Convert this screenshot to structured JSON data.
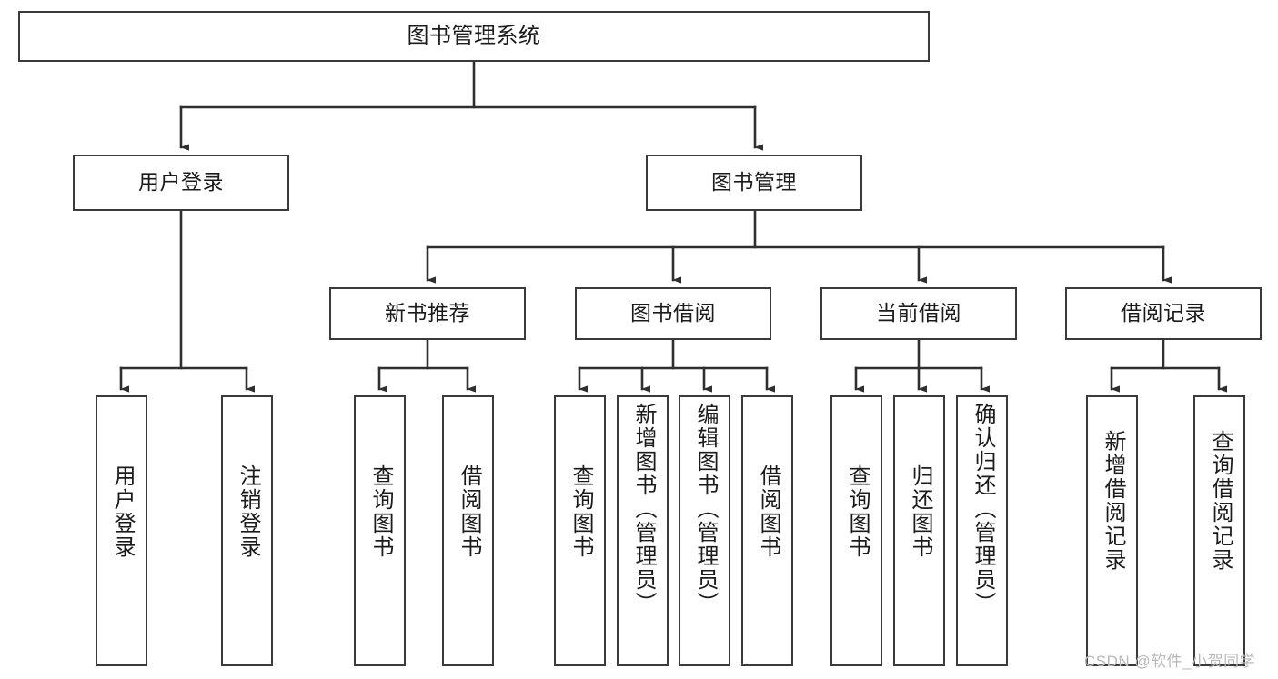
{
  "diagram": {
    "title": "图书管理系统",
    "type": "hierarchy-tree",
    "orientation": "top-down",
    "colors": {
      "box_border": "#3a3a3a",
      "box_fill": "#ffffff",
      "connector": "#2f2f2f",
      "text": "#1b1b1b",
      "watermark": "#b9b9b9"
    },
    "levels": {
      "root": {
        "label": "图书管理系统"
      },
      "level2": [
        {
          "label": "用户登录"
        },
        {
          "label": "图书管理"
        }
      ],
      "level3": [
        {
          "label": "新书推荐"
        },
        {
          "label": "图书借阅"
        },
        {
          "label": "当前借阅"
        },
        {
          "label": "借阅记录"
        }
      ],
      "leaves": {
        "user_login": [
          {
            "label": "用户登录"
          },
          {
            "label": "注销登录"
          }
        ],
        "new_book_recommend": [
          {
            "label": "查询图书"
          },
          {
            "label": "借阅图书"
          }
        ],
        "book_borrow": [
          {
            "label": "查询图书"
          },
          {
            "label": "新增图书（管理员）"
          },
          {
            "label": "编辑图书（管理员）"
          },
          {
            "label": "借阅图书"
          }
        ],
        "current_borrow": [
          {
            "label": "查询图书"
          },
          {
            "label": "归还图书"
          },
          {
            "label": "确认归还（管理员）"
          }
        ],
        "borrow_record": [
          {
            "label": "新增借阅记录"
          },
          {
            "label": "查询借阅记录"
          }
        ]
      }
    }
  },
  "watermark": {
    "text": "CSDN @软件_小贺同学"
  }
}
